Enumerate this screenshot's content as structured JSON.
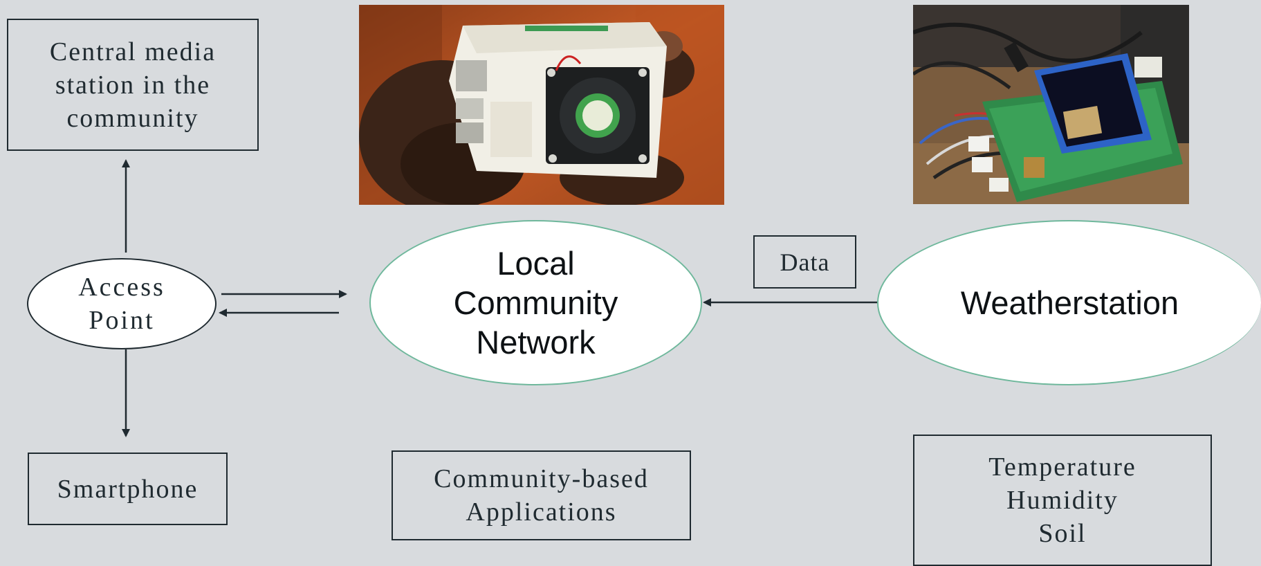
{
  "nodes": {
    "central_media": "Central media\nstation in the\ncommunity",
    "access_point": "Access\nPoint",
    "smartphone": "Smartphone",
    "local_network": "Local\nCommunity\nNetwork",
    "weatherstation": "Weatherstation",
    "data_label": "Data",
    "community_apps": "Community-based\nApplications",
    "sensors": "Temperature\nHumidity\nSoil"
  },
  "photos": {
    "left": "raspberry-pi-photo",
    "right": "sensor-board-photo"
  },
  "colors": {
    "background": "#d8dbde",
    "ellipse_border": "#6fb89c",
    "line": "#1f2a30"
  }
}
